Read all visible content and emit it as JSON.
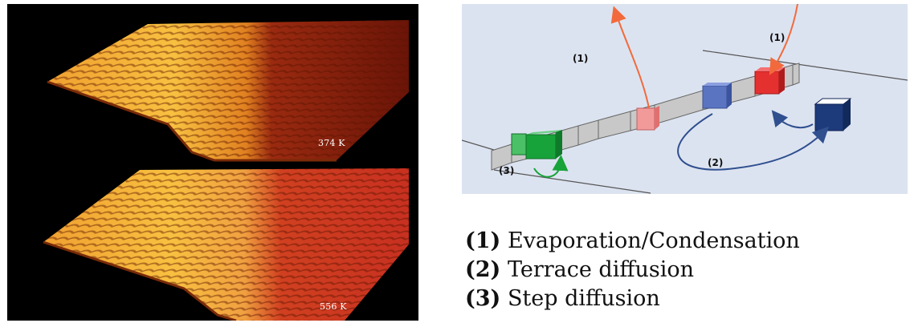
{
  "stm_image": {
    "temperatures": [
      "374 K",
      "556 K"
    ]
  },
  "step_diagram": {
    "labels": [
      "(1)",
      "(1)",
      "(2)",
      "(3)"
    ],
    "colors": {
      "background": "#dce3f0",
      "step_face": "#c8c8c8",
      "evaporation_arrow": "#f26a3c",
      "diffusion_arrow": "#2f4f8f",
      "green_adatom": "#17a33a",
      "red_adatom": "#e53030",
      "pink_adatom": "#f29a9a",
      "blue_adatom": "#5b74c2",
      "navy_adatom": "#1d3a7a"
    }
  },
  "legend": {
    "items": [
      {
        "num": "(1)",
        "text": "Evaporation/Condensation"
      },
      {
        "num": "(2)",
        "text": "Terrace diffusion"
      },
      {
        "num": "(3)",
        "text": "Step diffusion"
      }
    ]
  }
}
